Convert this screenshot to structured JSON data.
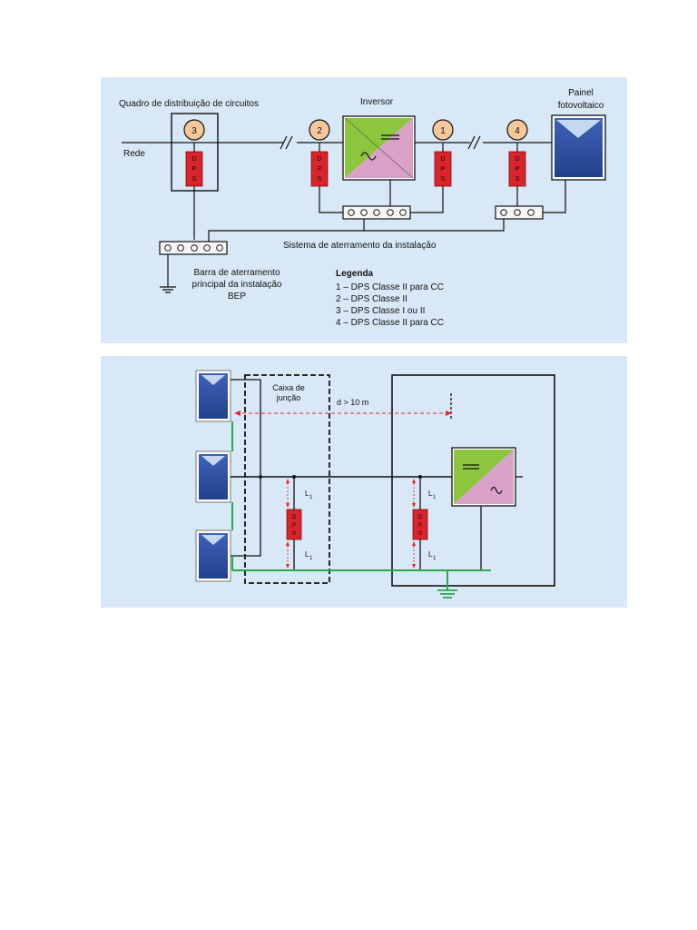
{
  "diagram1": {
    "quadro_label": "Quadro de distribuição de circuitos",
    "rede_label": "Rede",
    "inversor_label": "Inversor",
    "painel_label_line1": "Painel",
    "painel_label_line2": "fotovoltaico",
    "dps_text": [
      "D",
      "P",
      "S"
    ],
    "markers": [
      "3",
      "2",
      "1",
      "4"
    ],
    "sistema_label": "Sistema de aterramento da instalação",
    "barra_line1": "Barra de aterramento",
    "barra_line2": "principal da instalação",
    "barra_line3": "BEP",
    "legenda_title": "Legenda",
    "legenda_items": [
      "1 – DPS Classe II para CC",
      "2 – DPS Classe II",
      "3 – DPS Classe I ou II",
      "4 – DPS Classe II para CC"
    ],
    "inverter_dc_symbol": "=",
    "inverter_ac_symbol": "~"
  },
  "diagram2": {
    "caixa_line1": "Caixa de",
    "caixa_line2": "junção",
    "distance_label": "d > 10 m",
    "l1_label": "L",
    "l1_sub": "1",
    "dps_text": [
      "D",
      "P",
      "S"
    ],
    "inverter_dc_symbol": "=",
    "inverter_ac_symbol": "~"
  },
  "colors": {
    "panel_bg": "#d9e8f6",
    "dps_red": "#d9232d",
    "marker_orange": "#f6c79a",
    "inverter_green": "#8cc63f",
    "inverter_pink": "#d9a0c8",
    "pv_blue": "#2f4f9e",
    "ground_green": "#2aa84a",
    "dashed_red": "#e0262c"
  }
}
